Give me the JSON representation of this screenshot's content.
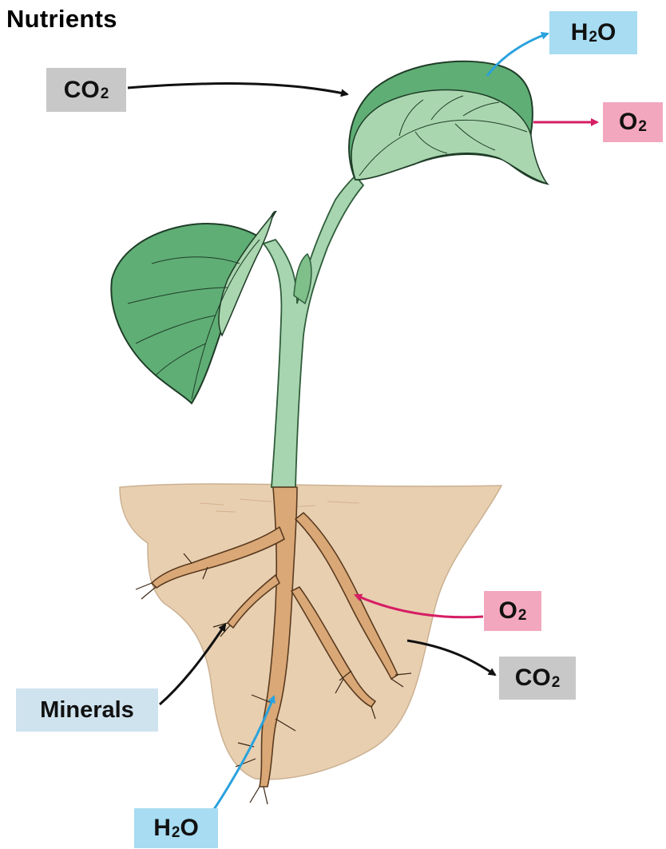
{
  "title": "Nutrients",
  "labels": {
    "h2o_leaf": {
      "main": "H",
      "sub": "2",
      "tail": "O"
    },
    "co2_in": {
      "main": "CO",
      "sub": "2",
      "tail": ""
    },
    "o2_out": {
      "main": "O",
      "sub": "2",
      "tail": ""
    },
    "o2_root": {
      "main": "O",
      "sub": "2",
      "tail": ""
    },
    "co2_root": {
      "main": "CO",
      "sub": "2",
      "tail": ""
    },
    "minerals": "Minerals",
    "h2o_root": {
      "main": "H",
      "sub": "2",
      "tail": "O"
    }
  },
  "colors": {
    "leaf_dark": "#5fae75",
    "leaf_light": "#a9d6ae",
    "stem": "#a7d5b0",
    "soil": "#e7cfb0",
    "root": "#d9a876",
    "arrow_black": "#111111",
    "arrow_blue": "#2aa2dd",
    "arrow_pink": "#d61e64"
  }
}
